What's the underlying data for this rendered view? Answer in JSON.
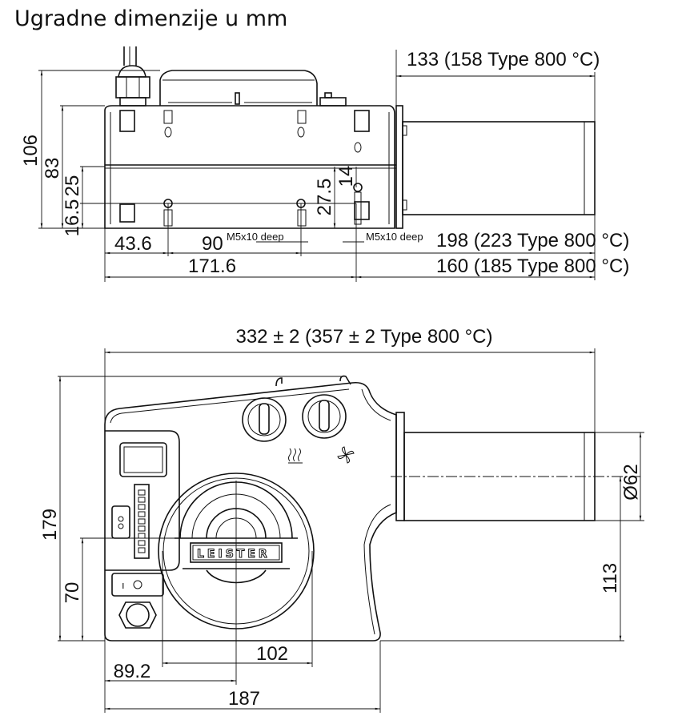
{
  "title": "Ugradne dimenzije u mm",
  "top_view": {
    "dims": {
      "d133": "133 (158 Type 800 °C)",
      "d106": "106",
      "d83": "83",
      "d25": "25",
      "d16_5": "16.5",
      "d27_5": "27.5",
      "d14": "14",
      "d43_6": "43.6",
      "d90": "90",
      "thread1": "M5x10 deep",
      "thread2": "M5x10 deep",
      "d198": "198 (223 Type 800 °C)",
      "d171_6": "171.6",
      "d160": "160 (185 Type 800 °C)"
    }
  },
  "front_view": {
    "logo": "LEISTER",
    "dims": {
      "d332": "332 ± 2 (357 ± 2 Type 800 °C)",
      "d179": "179",
      "d70": "70",
      "d113": "113",
      "d62": "Ø62",
      "d102": "102",
      "d89_2": "89.2",
      "d187": "187"
    }
  }
}
